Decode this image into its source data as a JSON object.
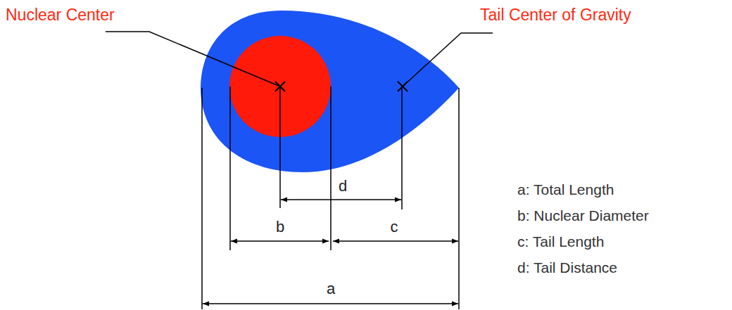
{
  "diagram": {
    "labels": [
      "Nuclear Center",
      "Tail Center of Gravity",
      "d",
      "b",
      "c",
      "a",
      "a: Total Length",
      "b: Nuclear Diameter",
      "c: Tail Length",
      "d: Tail Distance"
    ]
  }
}
